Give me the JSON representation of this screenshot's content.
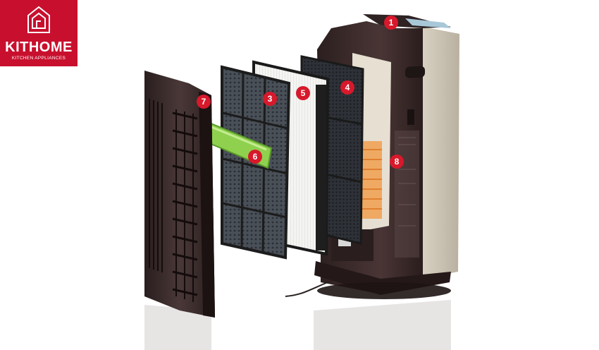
{
  "brand": {
    "name": "KITHOME",
    "tagline": "KITCHEN APPLIANCES",
    "color": "#c8102e"
  },
  "callouts": [
    "1",
    "3",
    "4",
    "5",
    "6",
    "7",
    "8"
  ],
  "colors": {
    "badge": "#d7192b",
    "unit_body": "#3a2a2a",
    "filter_green": "#8fd14f",
    "filter_orange": "#f0a050"
  }
}
